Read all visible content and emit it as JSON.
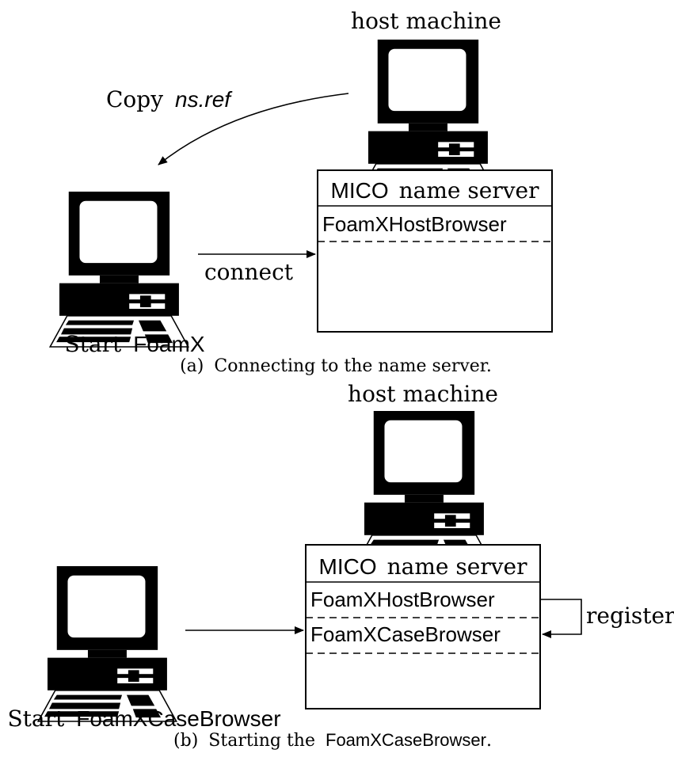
{
  "panel_a": {
    "host_label": "host machine",
    "copy_prefix": "Copy",
    "copy_file": "ns.ref",
    "server_title_sans": "MICO",
    "server_title_serif": "name server",
    "entry_1": "FoamXHostBrowser",
    "connect_label": "connect",
    "start_prefix": "Start",
    "start_app": "FoamX",
    "caption_prefix": "(a)",
    "caption_text": "Connecting to the name server."
  },
  "panel_b": {
    "host_label": "host machine",
    "server_title_sans": "MICO",
    "server_title_serif": "name server",
    "entry_1": "FoamXHostBrowser",
    "entry_2": "FoamXCaseBrowser",
    "registers_label": "registers",
    "start_prefix": "Start",
    "start_app": "FoamXCaseBrowser",
    "caption_prefix": "(b)",
    "caption_text_1": "Starting the",
    "caption_app": "FoamXCaseBrowser",
    "caption_end": "."
  }
}
